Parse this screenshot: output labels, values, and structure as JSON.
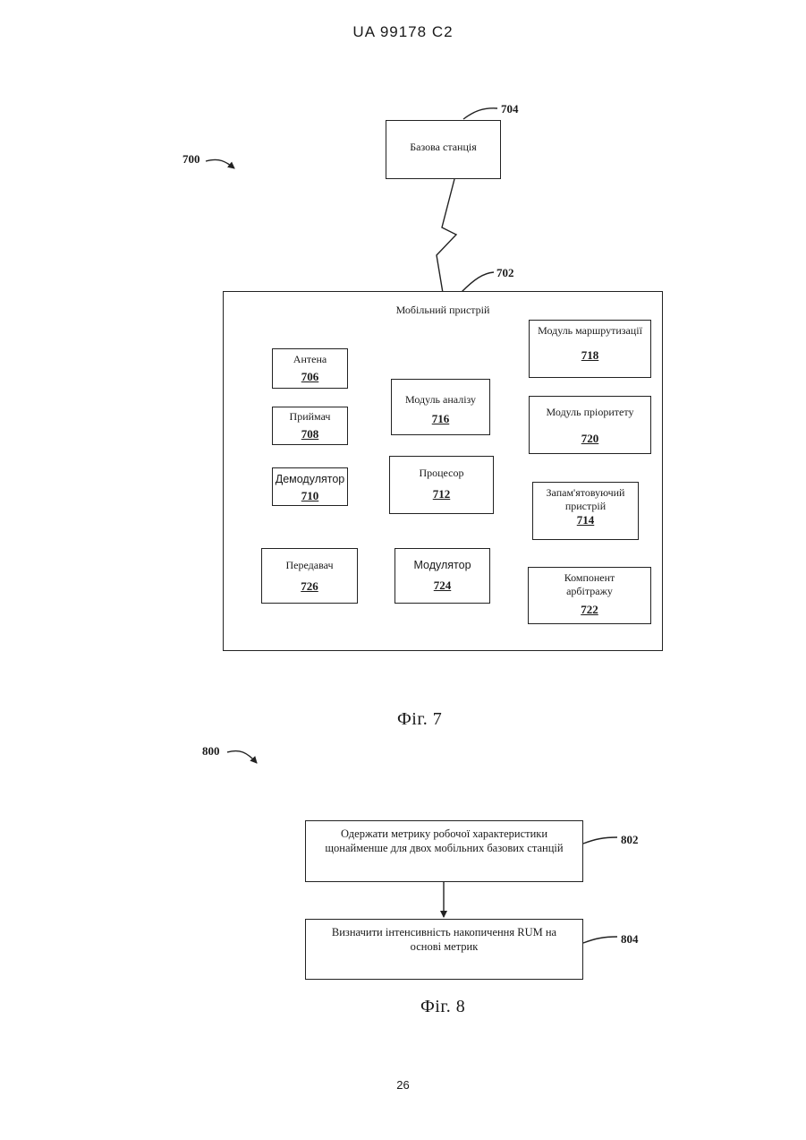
{
  "header": "UA   99178   C2",
  "page_number": "26",
  "fig7": {
    "caption": "Фіг. 7",
    "ref_system": "700",
    "ref_base_station": "704",
    "ref_mobile_device": "702",
    "base_station_label": "Базова станція",
    "mobile_device_label": "Мобільний пристрій",
    "blocks": {
      "antenna": {
        "label": "Антена",
        "num": "706"
      },
      "receiver": {
        "label": "Приймач",
        "num": "708"
      },
      "demodulator": {
        "label": "Демодулятор",
        "num": "710"
      },
      "transmitter": {
        "label": "Передавач",
        "num": "726"
      },
      "analysis": {
        "label": "Модуль аналізу",
        "num": "716"
      },
      "processor": {
        "label": "Процесор",
        "num": "712"
      },
      "modulator": {
        "label": "Модулятор",
        "num": "724"
      },
      "routing": {
        "label": "Модуль маршрутизації",
        "num": "718"
      },
      "priority": {
        "label": "Модуль пріоритету",
        "num": "720"
      },
      "memory": {
        "label_line1": "Запам'ятовуючий",
        "label_line2": "пристрій",
        "num": "714"
      },
      "arbitration": {
        "label_line1": "Компонент",
        "label_line2": "арбітражу",
        "num": "722"
      }
    }
  },
  "fig8": {
    "caption": "Фіг. 8",
    "ref_system": "800",
    "step1": {
      "line1": "Одержати метрику робочої характеристики",
      "line2": "щонайменше для двох мобільних базових станцій",
      "ref": "802"
    },
    "step2": {
      "line1": "Визначити інтенсивність накопичення RUM на",
      "line2": "основі метрик",
      "ref": "804"
    }
  }
}
